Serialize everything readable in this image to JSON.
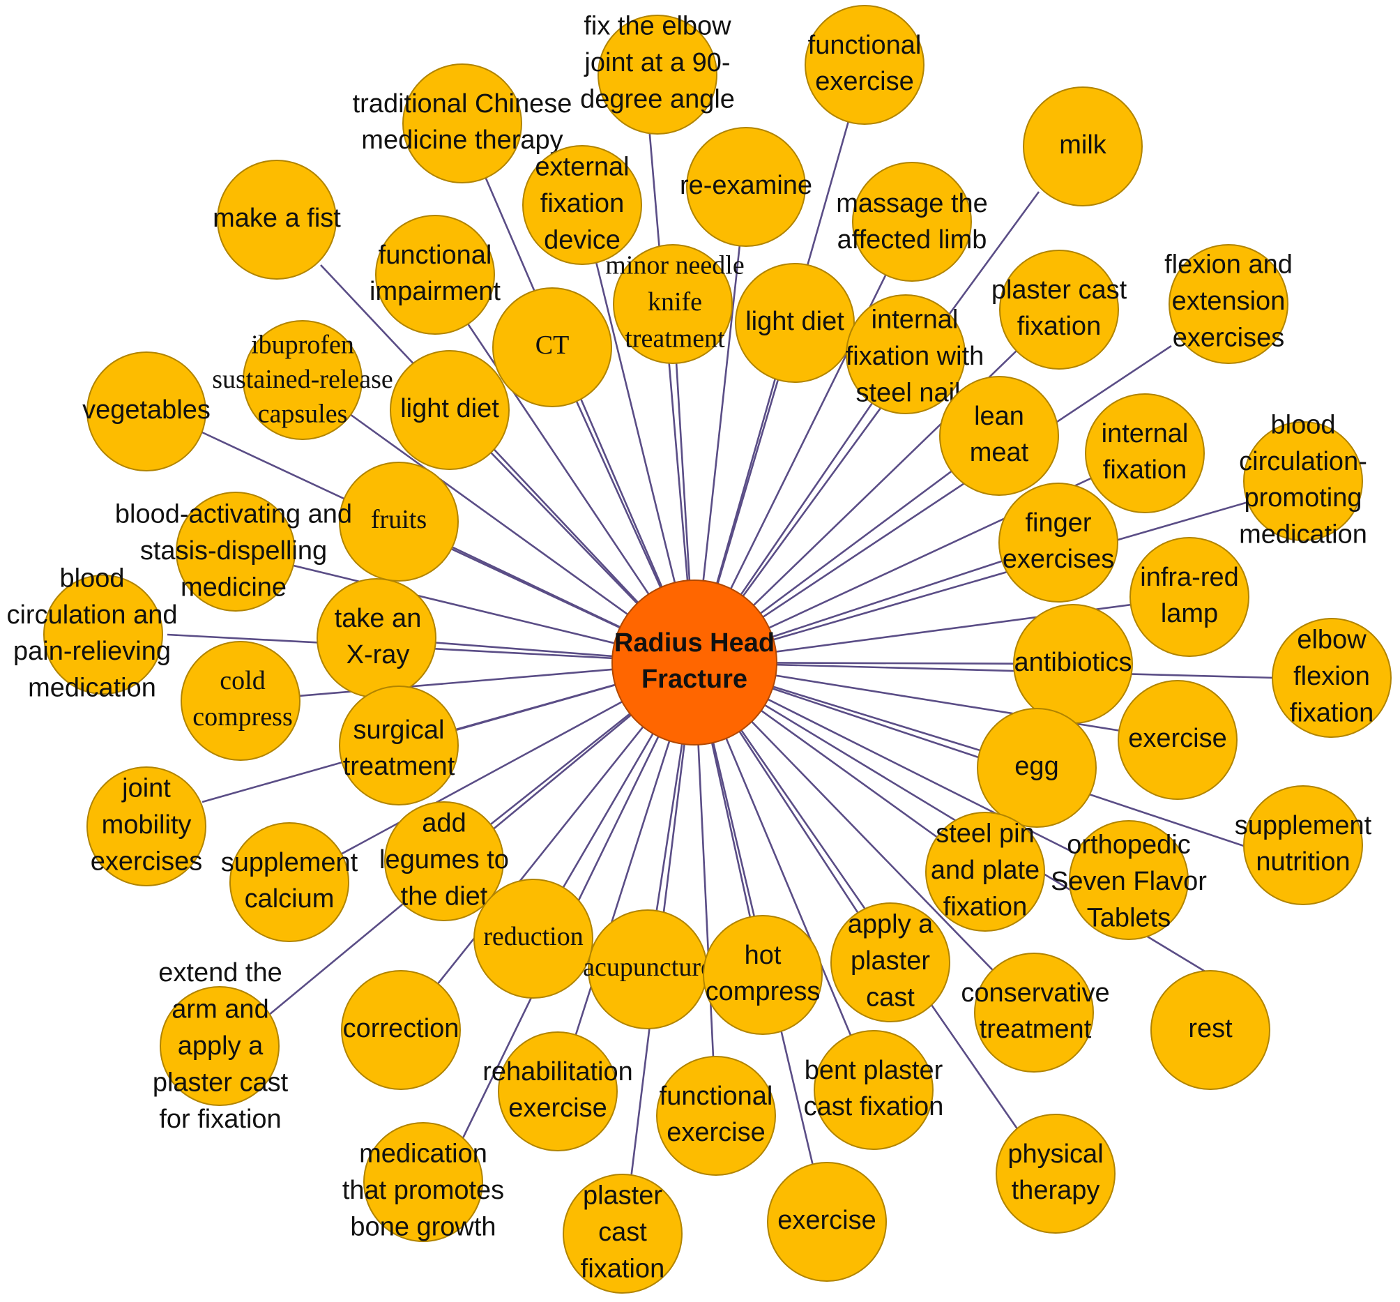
{
  "colors": {
    "node_fill": "#fdbc00",
    "center_fill": "#ff6600",
    "edge": "#5a4d86",
    "text": "#111111"
  },
  "diagram": {
    "center": {
      "label": [
        "Radius Head",
        "Fracture"
      ]
    },
    "nodes": [
      {
        "id": "functional-exercise-top",
        "label": [
          "functional",
          "exercise"
        ]
      },
      {
        "id": "fix-elbow-90",
        "label": [
          "fix the elbow",
          "joint at a 90-",
          "degree angle"
        ]
      },
      {
        "id": "traditional-chinese-medicine-therapy",
        "label": [
          "traditional Chinese",
          "medicine therapy"
        ]
      },
      {
        "id": "external-fixation-device",
        "label": [
          "external",
          "fixation",
          "device"
        ]
      },
      {
        "id": "re-examine",
        "label": [
          "re-examine"
        ]
      },
      {
        "id": "milk",
        "label": [
          "milk"
        ]
      },
      {
        "id": "massage-affected-limb",
        "label": [
          "massage the",
          "affected limb"
        ]
      },
      {
        "id": "make-a-fist",
        "label": [
          "make a fist"
        ]
      },
      {
        "id": "functional-impairment",
        "label": [
          "functional",
          "impairment"
        ]
      },
      {
        "id": "minor-needle-knife",
        "label": [
          "minor needle",
          "knife",
          "treatment"
        ]
      },
      {
        "id": "light-diet-right",
        "label": [
          "light diet"
        ]
      },
      {
        "id": "ct",
        "label": [
          "CT"
        ]
      },
      {
        "id": "plaster-cast-fixation-top",
        "label": [
          "plaster cast",
          "fixation"
        ]
      },
      {
        "id": "flexion-extension",
        "label": [
          "flexion and",
          "extension",
          "exercises"
        ]
      },
      {
        "id": "internal-fixation-steel-nails",
        "label": [
          "internal",
          "fixation with",
          "steel nails"
        ]
      },
      {
        "id": "ibuprofen",
        "label": [
          "ibuprofen",
          "sustained-release",
          "capsules"
        ]
      },
      {
        "id": "light-diet-left",
        "label": [
          "light diet"
        ]
      },
      {
        "id": "vegetables",
        "label": [
          "vegetables"
        ]
      },
      {
        "id": "lean-meat",
        "label": [
          "lean",
          "meat"
        ]
      },
      {
        "id": "internal-fixation",
        "label": [
          "internal",
          "fixation"
        ]
      },
      {
        "id": "blood-circulation-promoting",
        "label": [
          "blood",
          "circulation-",
          "promoting",
          "medication"
        ]
      },
      {
        "id": "fruits",
        "label": [
          "fruits"
        ]
      },
      {
        "id": "blood-activating",
        "label": [
          "blood-activating and",
          "stasis-dispelling",
          "medicine"
        ]
      },
      {
        "id": "finger-exercises",
        "label": [
          "finger",
          "exercises"
        ]
      },
      {
        "id": "blood-circulation-pain",
        "label": [
          "blood",
          "circulation and",
          "pain-relieving",
          "medication"
        ]
      },
      {
        "id": "take-xray",
        "label": [
          "take an",
          "X-ray"
        ]
      },
      {
        "id": "infra-red-lamp",
        "label": [
          "infra-red",
          "lamp"
        ]
      },
      {
        "id": "antibiotics",
        "label": [
          "antibiotics"
        ]
      },
      {
        "id": "elbow-flexion-fixation",
        "label": [
          "elbow",
          "flexion",
          "fixation"
        ]
      },
      {
        "id": "cold-compress",
        "label": [
          "cold",
          "compress"
        ]
      },
      {
        "id": "surgical-treatment",
        "label": [
          "surgical",
          "treatment"
        ]
      },
      {
        "id": "exercise-right",
        "label": [
          "exercise"
        ]
      },
      {
        "id": "egg",
        "label": [
          "egg"
        ]
      },
      {
        "id": "joint-mobility",
        "label": [
          "joint",
          "mobility",
          "exercises"
        ]
      },
      {
        "id": "add-legumes",
        "label": [
          "add",
          "legumes to",
          "the diet"
        ]
      },
      {
        "id": "supplement-calcium",
        "label": [
          "supplement",
          "calcium"
        ]
      },
      {
        "id": "supplement-nutrition",
        "label": [
          "supplement",
          "nutrition"
        ]
      },
      {
        "id": "steel-pin-plate",
        "label": [
          "steel pin",
          "and plate",
          "fixation"
        ]
      },
      {
        "id": "orthopedic-seven-flavor",
        "label": [
          "orthopedic",
          "Seven Flavor",
          "Tablets"
        ]
      },
      {
        "id": "reduction",
        "label": [
          "reduction"
        ]
      },
      {
        "id": "acupuncture",
        "label": [
          "acupuncture"
        ]
      },
      {
        "id": "hot-compress",
        "label": [
          "hot",
          "compress"
        ]
      },
      {
        "id": "apply-plaster-cast",
        "label": [
          "apply a",
          "plaster",
          "cast"
        ]
      },
      {
        "id": "extend-arm",
        "label": [
          "extend the",
          "arm and",
          "apply a",
          "plaster cast",
          "for fixation"
        ]
      },
      {
        "id": "correction",
        "label": [
          "correction"
        ]
      },
      {
        "id": "conservative-treatment",
        "label": [
          "conservative",
          "treatment"
        ]
      },
      {
        "id": "rest",
        "label": [
          "rest"
        ]
      },
      {
        "id": "rehabilitation-exercise",
        "label": [
          "rehabilitation",
          "exercise"
        ]
      },
      {
        "id": "functional-exercise-bottom",
        "label": [
          "functional",
          "exercise"
        ]
      },
      {
        "id": "bent-plaster-cast",
        "label": [
          "bent plaster",
          "cast fixation"
        ]
      },
      {
        "id": "physical-therapy",
        "label": [
          "physical",
          "therapy"
        ]
      },
      {
        "id": "medication-bone-growth",
        "label": [
          "medication",
          "that promotes",
          "bone growth"
        ]
      },
      {
        "id": "plaster-cast-fixation-bottom",
        "label": [
          "plaster",
          "cast",
          "fixation"
        ]
      },
      {
        "id": "exercise-bottom",
        "label": [
          "exercise"
        ]
      }
    ]
  }
}
